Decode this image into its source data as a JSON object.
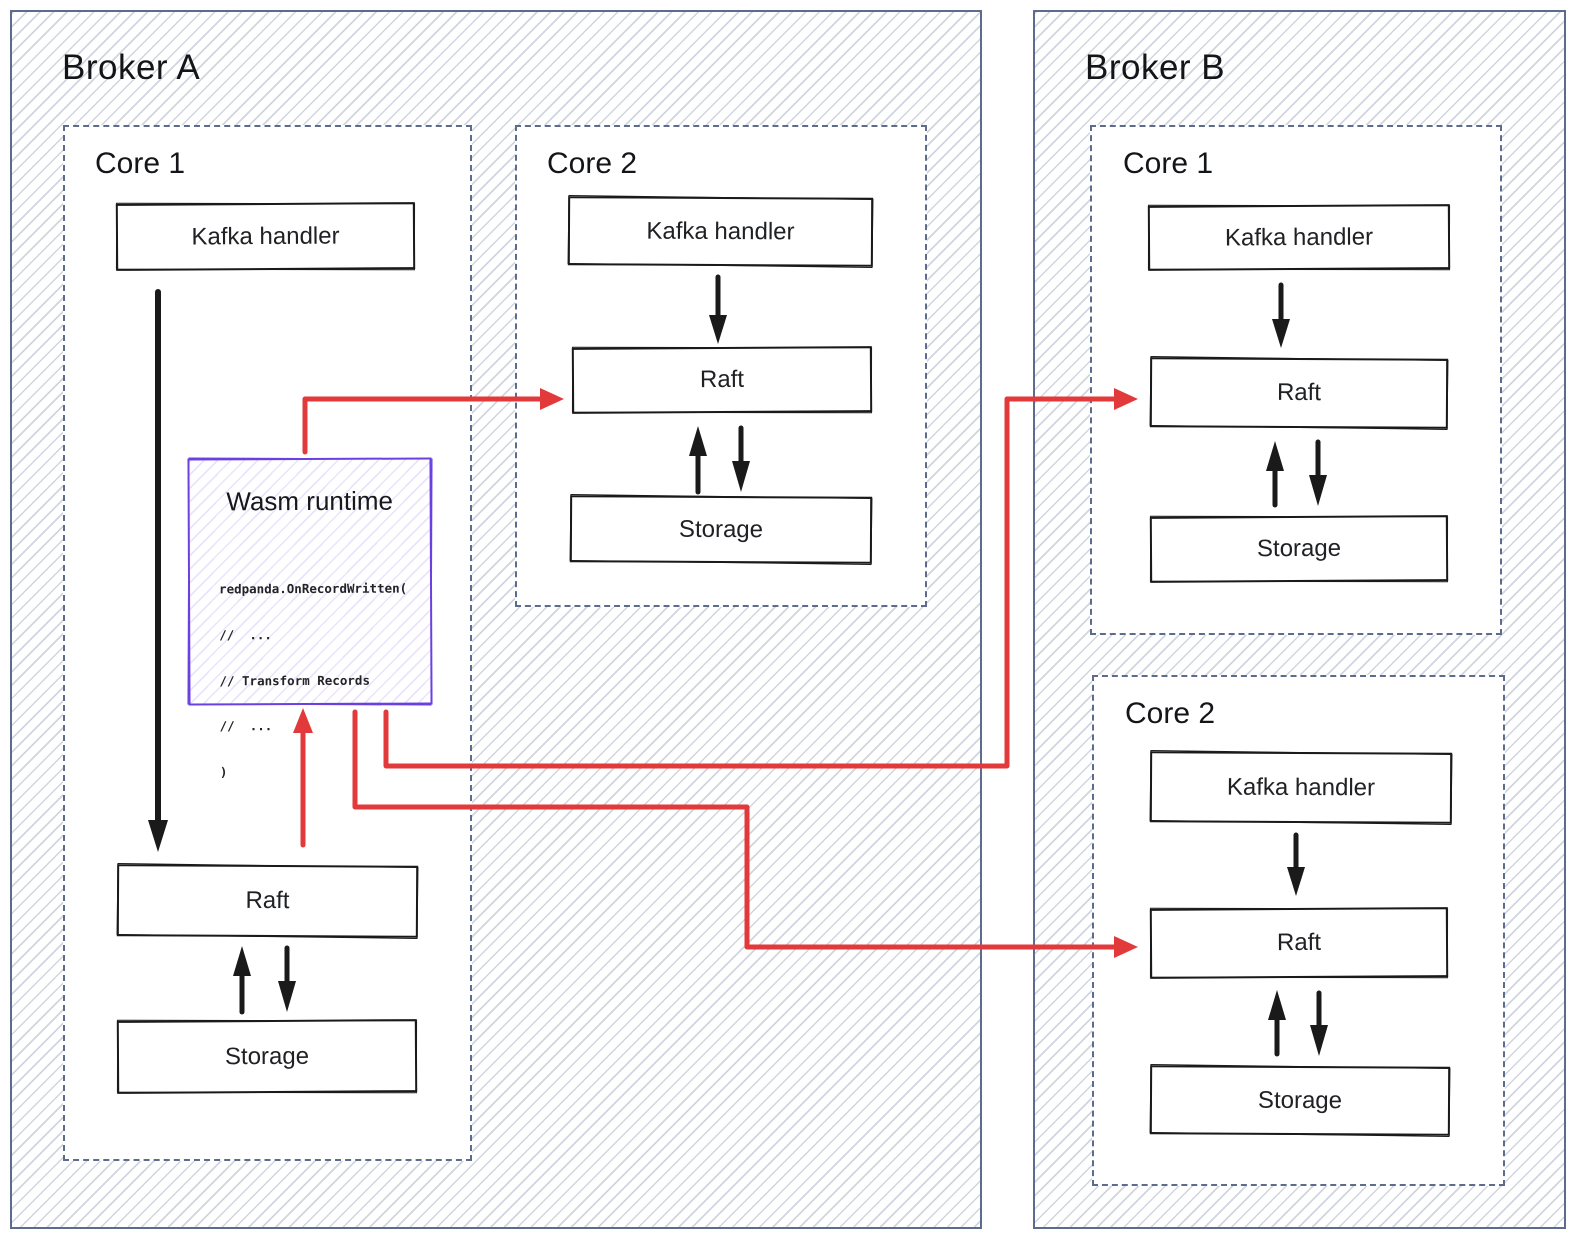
{
  "brokers": {
    "a": {
      "title": "Broker A",
      "cores": {
        "core1_title": "Core 1",
        "core2_title": "Core 2"
      }
    },
    "b": {
      "title": "Broker B",
      "cores": {
        "core1_title": "Core 1",
        "core2_title": "Core 2"
      }
    }
  },
  "node_labels": {
    "kafka_handler": "Kafka handler",
    "raft": "Raft",
    "storage": "Storage"
  },
  "wasm": {
    "title": "Wasm runtime",
    "code_lines": [
      "redpanda.OnRecordWritten(",
      "//  ...",
      "// Transform Records",
      "//  ...",
      ")"
    ]
  },
  "colors": {
    "arrow_red": "#e23a3a",
    "wasm_purple": "#6b40e0",
    "frame_slate": "#5d6c8c",
    "sketch_ink": "#1a1a1a",
    "hatch_line": "#cfd6e0"
  }
}
